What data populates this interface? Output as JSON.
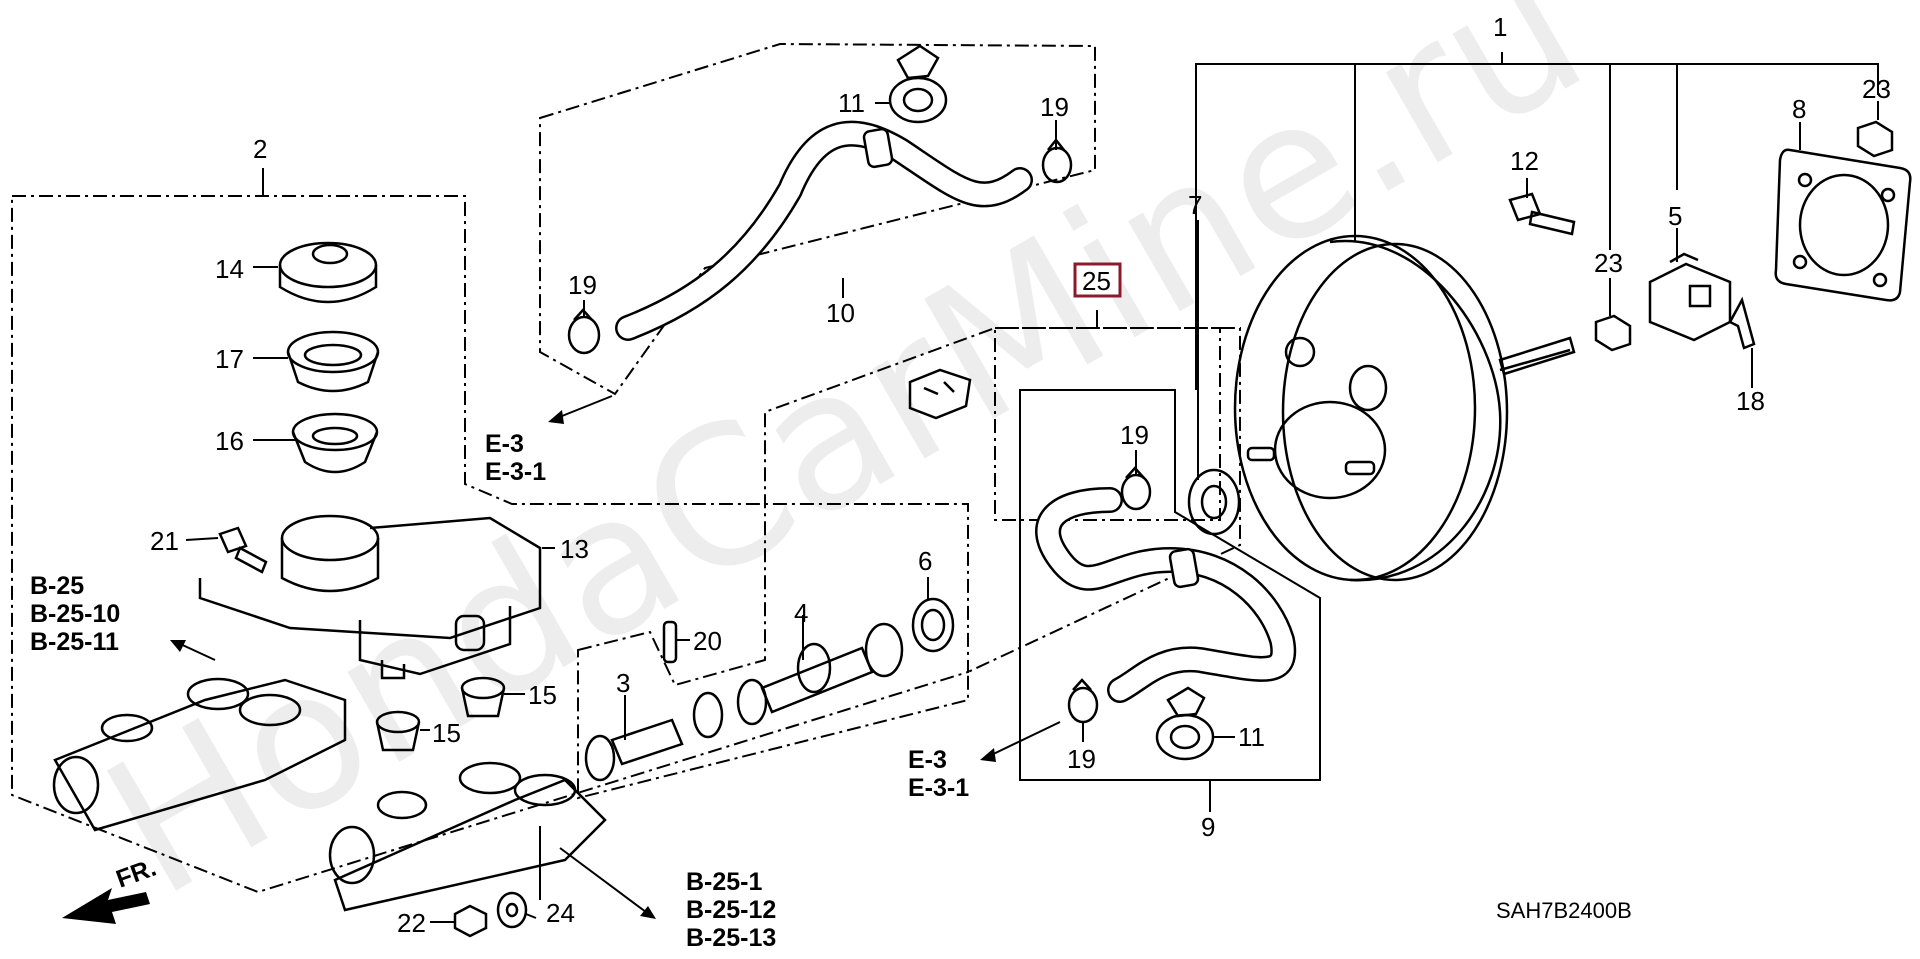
{
  "diagram": {
    "watermark": "HondaCarMine.ru",
    "diagram_code": "SAH7B2400B",
    "highlighted_callout": "25",
    "callouts": {
      "c1": "1",
      "c2": "2",
      "c3": "3",
      "c4": "4",
      "c5": "5",
      "c6": "6",
      "c7": "7",
      "c8": "8",
      "c9": "9",
      "c10": "10",
      "c11a": "11",
      "c11b": "11",
      "c12": "12",
      "c13": "13",
      "c14": "14",
      "c15a": "15",
      "c15b": "15",
      "c16": "16",
      "c17": "17",
      "c18": "18",
      "c19a": "19",
      "c19b": "19",
      "c19c": "19",
      "c19d": "19",
      "c20": "20",
      "c21": "21",
      "c22": "22",
      "c23a": "23",
      "c23b": "23",
      "c24": "24",
      "c25": "25"
    },
    "references": {
      "e3_top": "E-3",
      "e31_top": "E-3-1",
      "e3_mid": "E-3",
      "e31_mid": "E-3-1",
      "b25": "B-25",
      "b2510": "B-25-10",
      "b2511": "B-25-11",
      "b251": "B-25-1",
      "b2512": "B-25-12",
      "b2513": "B-25-13"
    },
    "front_indicator": "FR.",
    "colors": {
      "highlight_border": "#8b1a2b",
      "line": "#000000"
    }
  }
}
